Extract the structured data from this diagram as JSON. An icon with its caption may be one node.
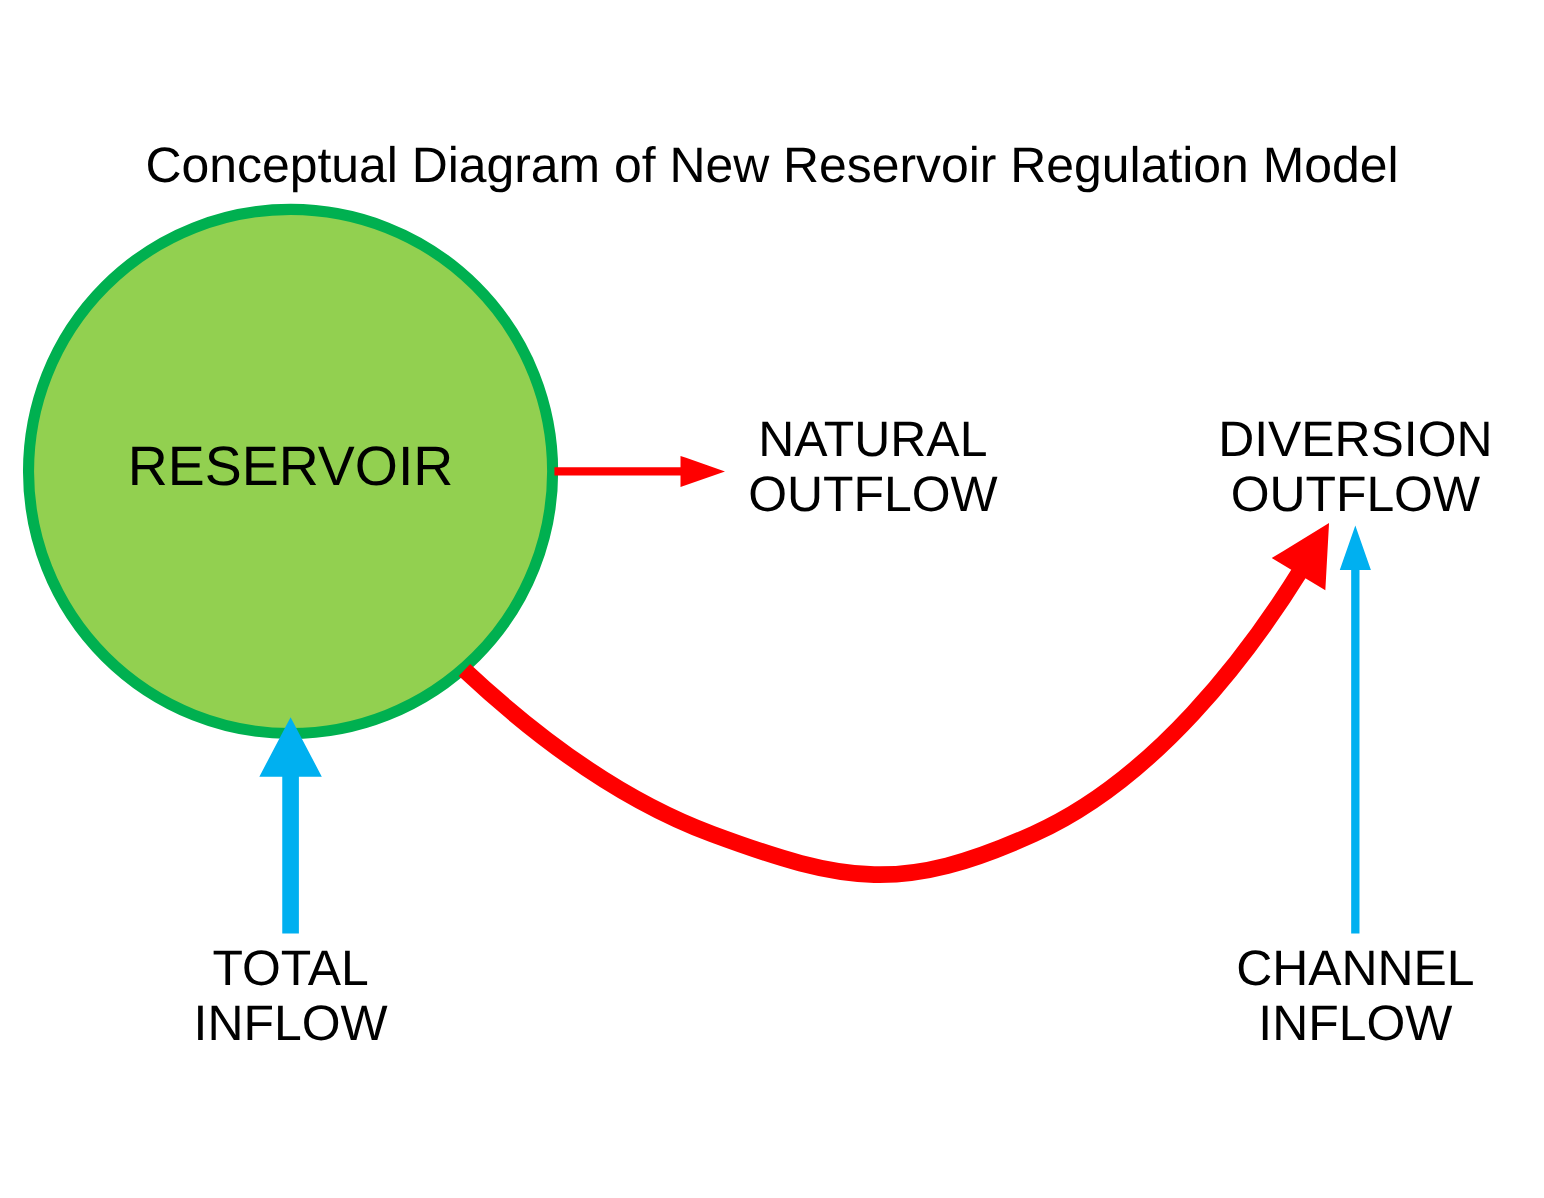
{
  "diagram": {
    "title": "Conceptual Diagram of New Reservoir Regulation Model",
    "nodes": [
      {
        "text": [
          "RESERVOIR"
        ]
      },
      {
        "text": [
          "DIVERSION OUTFLOW"
        ]
      },
      {
        "text": [
          "NATURAL OUTFLOW"
        ]
      },
      {
        "text": [
          "CHANNEL INFLOW"
        ]
      },
      {
        "text": [
          "TOTAL INFLOW"
        ]
      }
    ],
    "edges": [
      {
        "from": 0,
        "to": 1,
        "arrow": "to",
        "style": "thick",
        "color": "#ff0000"
      },
      {
        "from": 0,
        "to": 2,
        "arrow": "to",
        "color": "#ff0000"
      },
      {
        "from": 3,
        "to": 1,
        "arrow": "to",
        "color": "#00b0f0"
      },
      {
        "from": 4,
        "to": 0,
        "arrow": "to",
        "style": "thick",
        "color": "#00b0f0"
      }
    ]
  }
}
